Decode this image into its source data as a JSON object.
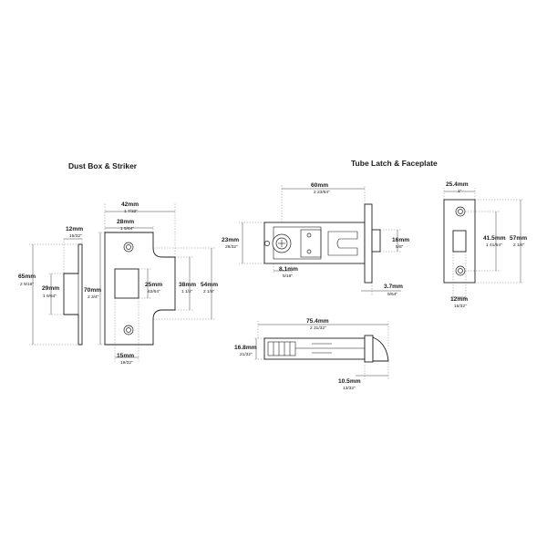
{
  "titles": {
    "dust_box": "Dust Box & Striker",
    "tube_latch": "Tube Latch & Faceplate"
  },
  "dims": {
    "db_12": {
      "mm": "12mm",
      "inch": "15/32\""
    },
    "db_65": {
      "mm": "65mm",
      "inch": "2 9/16\""
    },
    "db_29": {
      "mm": "29mm",
      "inch": "1 9/64\""
    },
    "st_42": {
      "mm": "42mm",
      "inch": "1 7/32\""
    },
    "st_28": {
      "mm": "28mm",
      "inch": "1 5/64\""
    },
    "st_70": {
      "mm": "70mm",
      "inch": "2 3/4\""
    },
    "st_25": {
      "mm": "25mm",
      "inch": "63/64\""
    },
    "st_38": {
      "mm": "38mm",
      "inch": "1 1/2\""
    },
    "st_54": {
      "mm": "54mm",
      "inch": "2 1/8\""
    },
    "st_15": {
      "mm": "15mm",
      "inch": "19/32\""
    },
    "tl_60": {
      "mm": "60mm",
      "inch": "2 23/64\""
    },
    "tl_23": {
      "mm": "23mm",
      "inch": "29/32\""
    },
    "tl_16": {
      "mm": "16mm",
      "inch": "5/8\""
    },
    "tl_81": {
      "mm": "8.1mm",
      "inch": "5/16\""
    },
    "tl_37": {
      "mm": "3.7mm",
      "inch": "9/64\""
    },
    "tl_754": {
      "mm": "75.4mm",
      "inch": "2 31/32\""
    },
    "tl_168": {
      "mm": "16.8mm",
      "inch": "21/32\""
    },
    "tl_105": {
      "mm": "10.5mm",
      "inch": "13/32\""
    },
    "fp_254": {
      "mm": "25.4mm",
      "inch": "1\""
    },
    "fp_415": {
      "mm": "41.5mm",
      "inch": "1 41/64\""
    },
    "fp_57": {
      "mm": "57mm",
      "inch": "2 1/4\""
    },
    "fp_12": {
      "mm": "12mm",
      "inch": "15/32\""
    }
  }
}
